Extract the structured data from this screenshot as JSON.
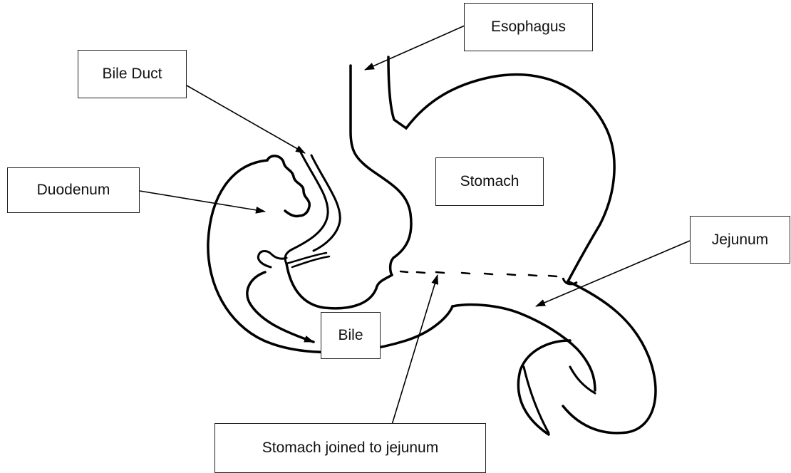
{
  "diagram": {
    "labels": {
      "esophagus": "Esophagus",
      "bile_duct": "Bile Duct",
      "duodenum": "Duodenum",
      "stomach": "Stomach",
      "jejunum": "Jejunum",
      "bile": "Bile",
      "stomach_joined": "Stomach joined to jejunum"
    },
    "colors": {
      "line": "#000000",
      "box_border": "#222222",
      "background": "#ffffff"
    }
  }
}
